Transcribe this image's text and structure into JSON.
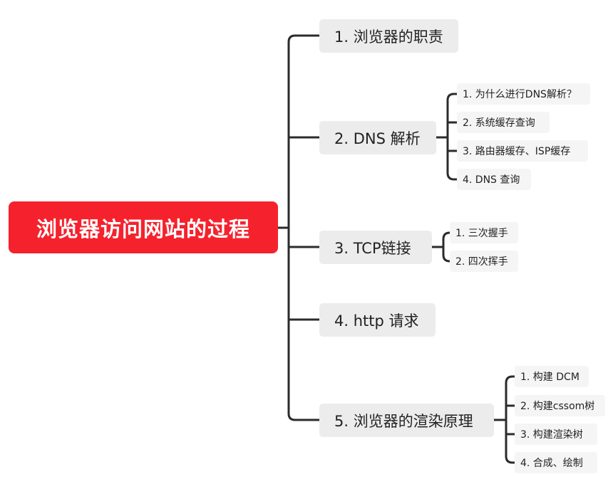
{
  "root": {
    "label": "浏览器访问网站的过程"
  },
  "branches": [
    {
      "label": "1. 浏览器的职责",
      "children": []
    },
    {
      "label": "2. DNS 解析",
      "children": [
        "1. 为什么进行DNS解析？",
        "2. 系统缓存查询",
        "3. 路由器缓存、ISP缓存",
        "4. DNS 查询"
      ]
    },
    {
      "label": "3. TCP链接",
      "children": [
        "1. 三次握手",
        "2. 四次挥手"
      ]
    },
    {
      "label": "4. http 请求",
      "children": []
    },
    {
      "label": "5. 浏览器的渲染原理",
      "children": [
        "1. 构建 DCM",
        "2. 构建cssom树",
        "3. 构建渲染树",
        "4. 合成、绘制"
      ]
    }
  ],
  "colors": {
    "root_fill": "#f5222d",
    "branch_fill": "#ececec",
    "leaf_fill": "#f5f5f5",
    "line": "#2b2b2b"
  }
}
